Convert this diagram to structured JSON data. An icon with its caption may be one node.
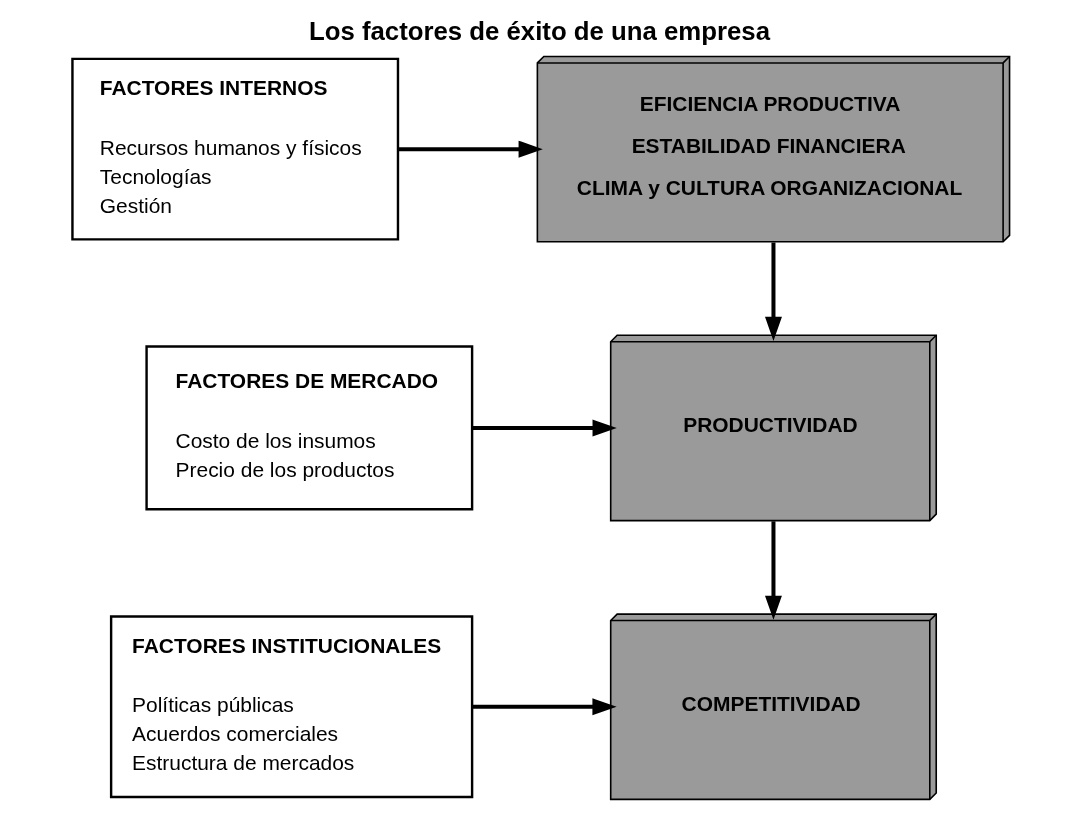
{
  "diagram": {
    "title": "Los factores de éxito de una empresa",
    "nodes": [
      {
        "text": [
          "FACTORES INTERNOS",
          "Recursos humanos y físicos",
          "Tecnologías",
          "Gestión"
        ]
      },
      {
        "text": [
          "EFICIENCIA PRODUCTIVA",
          "ESTABILIDAD FINANCIERA",
          "CLIMA y CULTURA ORGANIZACIONAL"
        ]
      },
      {
        "text": [
          "FACTORES DE MERCADO",
          "Costo de los insumos",
          "Precio de los productos"
        ]
      },
      {
        "text": [
          "PRODUCTIVIDAD"
        ]
      },
      {
        "text": [
          "FACTORES INSTITUCIONALES",
          "Políticas públicas",
          "Acuerdos comerciales",
          "Estructura de mercados"
        ]
      },
      {
        "text": [
          "COMPETITIVIDAD"
        ]
      }
    ],
    "edges": [
      {
        "from": 0,
        "to": 1,
        "arrow": "to"
      },
      {
        "from": 1,
        "to": 3,
        "arrow": "to"
      },
      {
        "from": 2,
        "to": 3,
        "arrow": "to"
      },
      {
        "from": 3,
        "to": 5,
        "arrow": "to"
      },
      {
        "from": 4,
        "to": 5,
        "arrow": "to"
      }
    ]
  }
}
